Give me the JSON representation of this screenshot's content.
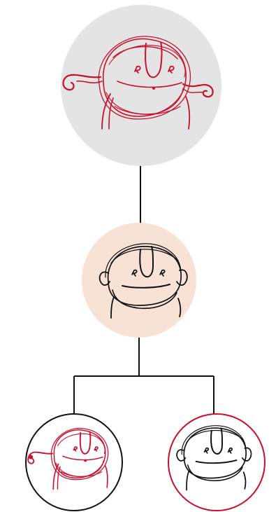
{
  "diagram": {
    "type": "family-tree",
    "colors": {
      "background": "#ffffff",
      "connector": "#111111",
      "red_ink": "#c8102e",
      "black_ink": "#111111",
      "node_top_fill": "#e3e4e3",
      "node_middle_fill": "#f8e2d6"
    },
    "nodes": [
      {
        "id": "top",
        "ink": "red_ink",
        "fill": "node_top_fill",
        "ring": "none",
        "curly_hair": true
      },
      {
        "id": "middle",
        "ink": "black_ink",
        "fill": "node_middle_fill",
        "ring": "none",
        "curly_hair": false
      },
      {
        "id": "bottom-left",
        "ink": "red_ink",
        "fill": "#ffffff",
        "ring": "black_ink",
        "curly_hair": true
      },
      {
        "id": "bottom-right",
        "ink": "black_ink",
        "fill": "#ffffff",
        "ring": "red_ink",
        "curly_hair": false
      }
    ],
    "edges": [
      {
        "from": "top",
        "to": "middle"
      },
      {
        "from": "middle",
        "to": "bottom-left"
      },
      {
        "from": "middle",
        "to": "bottom-right"
      }
    ]
  }
}
